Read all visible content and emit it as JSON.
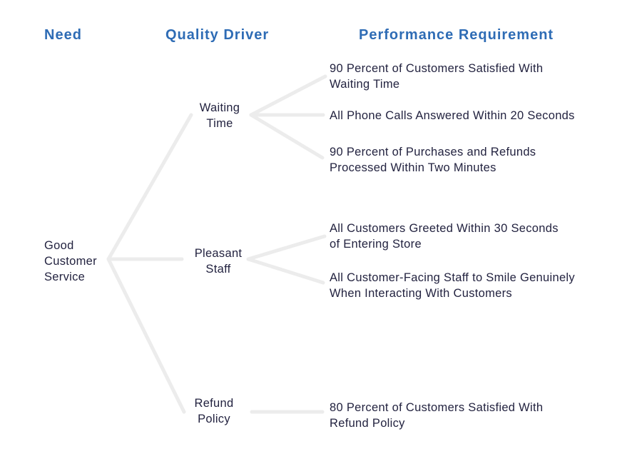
{
  "colors": {
    "background": "#ffffff",
    "header_text": "#2e6cb5",
    "body_text": "#232340",
    "connector_line": "#ececec"
  },
  "headers": [
    {
      "id": "need",
      "label": "Need"
    },
    {
      "id": "quality-driver",
      "label": "Quality Driver"
    },
    {
      "id": "performance-requirement",
      "label": "Performance Requirement"
    }
  ],
  "tree": {
    "root": {
      "label": "Good\nCustomer\nService"
    },
    "drivers": [
      {
        "label": "Waiting\nTime",
        "requirements": [
          "90 Percent of Customers Satisfied With\nWaiting Time",
          "All Phone Calls Answered Within 20 Seconds",
          "90 Percent of Purchases and Refunds\nProcessed Within Two Minutes"
        ]
      },
      {
        "label": "Pleasant\nStaff",
        "requirements": [
          "All Customers Greeted Within 30 Seconds\nof Entering Store",
          "All Customer-Facing Staff to Smile Genuinely\nWhen Interacting With Customers"
        ]
      },
      {
        "label": "Refund\nPolicy",
        "requirements": [
          "80 Percent of Customers Satisfied With\nRefund Policy"
        ]
      }
    ]
  }
}
